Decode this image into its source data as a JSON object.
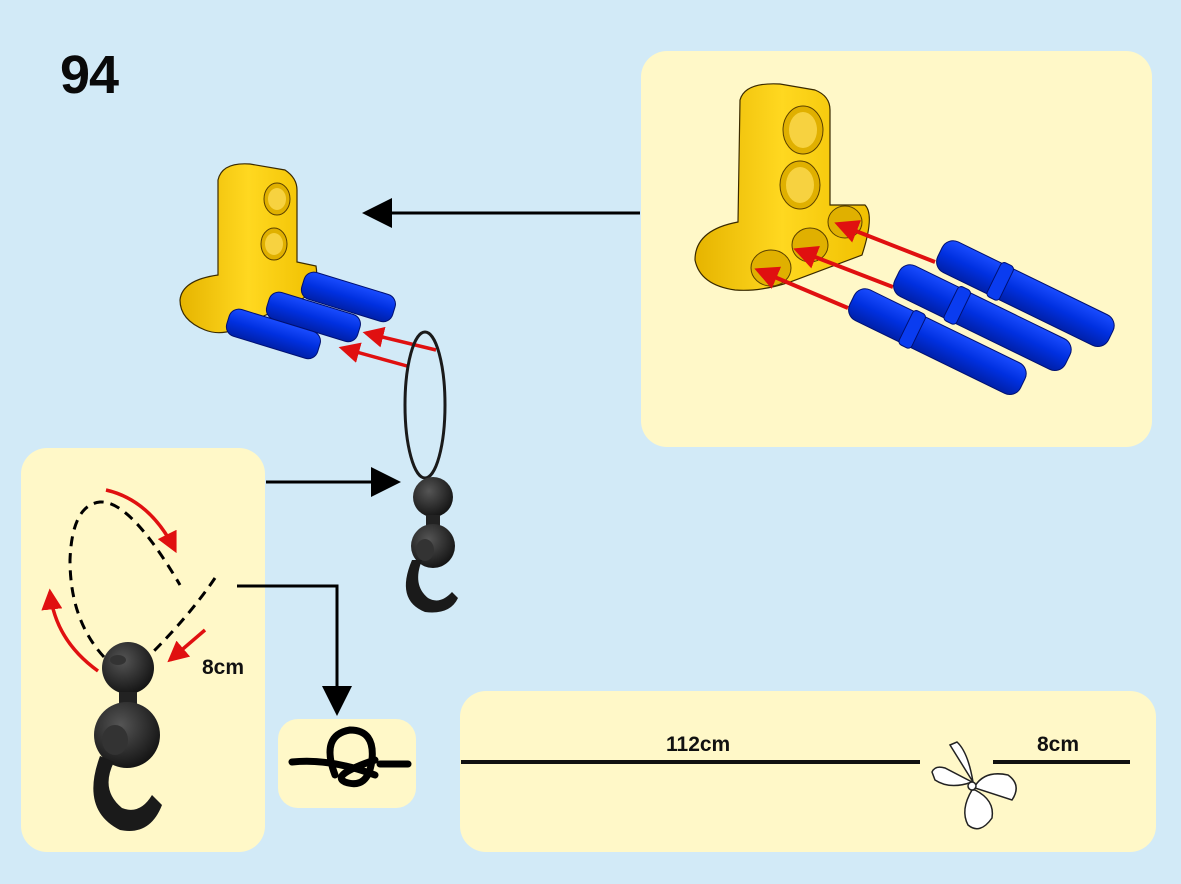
{
  "page": {
    "step_number": "94",
    "background_color": "#d2eaf7",
    "panel_color": "#fff8c8"
  },
  "parts": {
    "beam_color": "#f5c800",
    "pin_color": "#0033e0",
    "hook_color": "#1a1a1a",
    "arrow_color": "#e01010"
  },
  "callouts": {
    "pin_insertion": {
      "pin_count": 3,
      "beam": "yellow-t-beam",
      "pins": "blue-long-pins"
    },
    "hook_loop": {
      "loop_length_label": "8cm"
    },
    "cord_lengths": {
      "long_label": "112cm",
      "short_label": "8cm",
      "icon": "scissors-icon"
    },
    "knot": {
      "icon": "knot-icon"
    }
  }
}
